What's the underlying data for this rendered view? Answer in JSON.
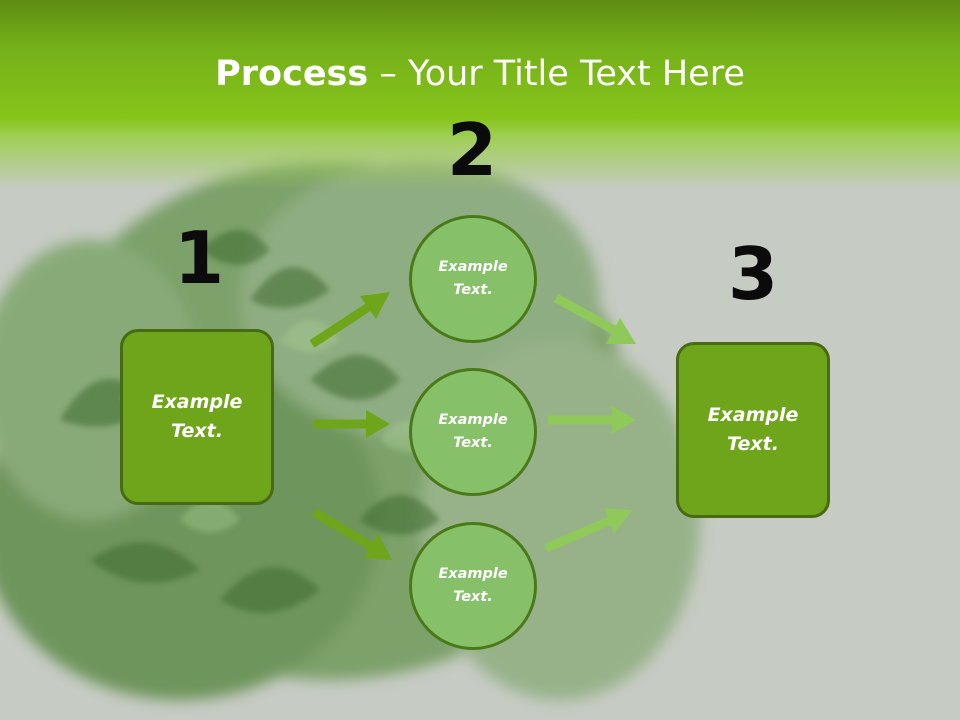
{
  "slide": {
    "title_bold": "Process",
    "title_rest": " – Your Title Text Here",
    "step_numbers": [
      "1",
      "2",
      "3"
    ],
    "left_box": {
      "line1": "Example",
      "line2": "Text."
    },
    "right_box": {
      "line1": "Example",
      "line2": "Text."
    },
    "circles": [
      {
        "line1": "Example",
        "line2": "Text."
      },
      {
        "line1": "Example",
        "line2": "Text."
      },
      {
        "line1": "Example",
        "line2": "Text."
      }
    ]
  },
  "colors": {
    "header_green": "#86c41a",
    "box_fill": "#6ea51a",
    "circle_fill": "#86c16a",
    "arrow_dark": "#6ea51a",
    "arrow_light": "#8fc95a"
  }
}
